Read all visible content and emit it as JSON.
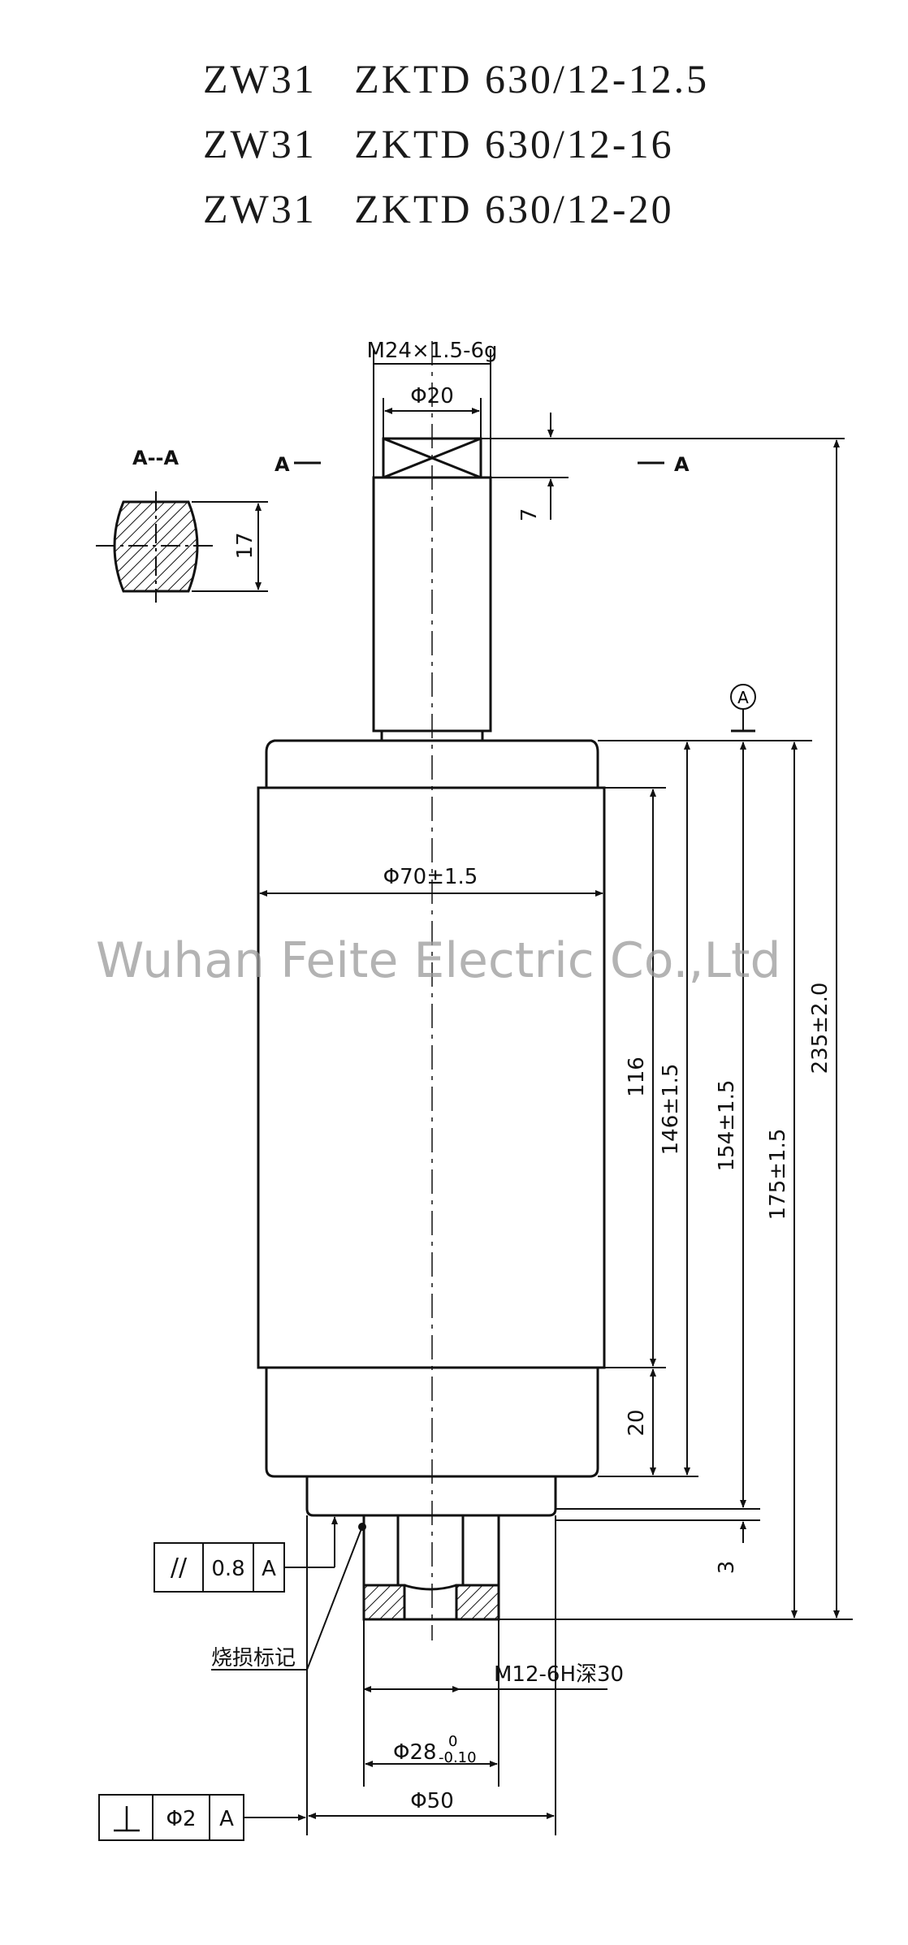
{
  "titles": [
    {
      "series": "ZW31",
      "model": "ZKTD 630/12-12.5"
    },
    {
      "series": "ZW31",
      "model": "ZKTD 630/12-16"
    },
    {
      "series": "ZW31",
      "model": "ZKTD 630/12-20"
    }
  ],
  "section": {
    "label": "A--A",
    "width_dim": "17",
    "marker": "A"
  },
  "dims": {
    "thread": "M24×1.5-6g",
    "shaft_dia": "Φ20",
    "flat_len": "7",
    "body_dia": "Φ70±1.5",
    "d116": "116",
    "d146": "146±1.5",
    "d154": "154±1.5",
    "d175": "175±1.5",
    "d235": "235±2.0",
    "d20": "20",
    "d3": "3",
    "bottom_thread": "M12-6H深30",
    "d28": "Φ28",
    "d28_upper": "0",
    "d28_lower": "-0.10",
    "d50": "Φ50",
    "burn_mark": "烧损标记",
    "datum": "A"
  },
  "tolerances": {
    "parallelism": {
      "symbol": "//",
      "value": "0.8",
      "datum": "A"
    },
    "perpendicularity": {
      "symbol": "⊥",
      "value": "Φ2",
      "datum": "A"
    }
  },
  "watermark": "Wuhan Feite Electric Co.,Ltd"
}
